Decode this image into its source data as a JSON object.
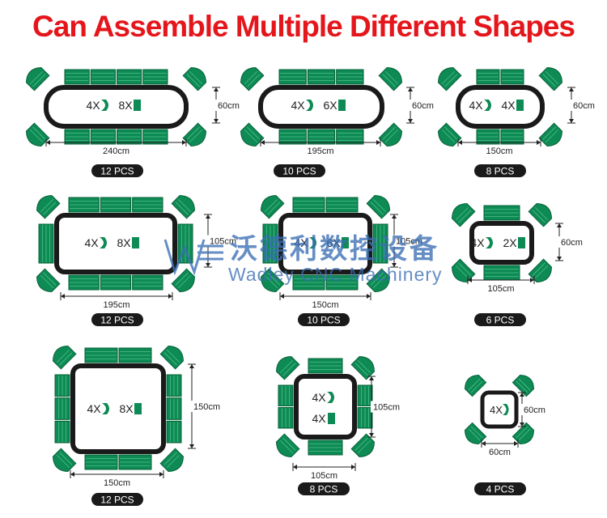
{
  "title": "Can Assemble Multiple Different Shapes",
  "colors": {
    "title": "#e4161b",
    "table_border": "#1a1a1a",
    "seat": "#0e8a55",
    "seat_dark": "#066238",
    "pill": "#1a1a1a",
    "watermark": "#3a6fb4"
  },
  "watermark": {
    "chinese": "沃德利数控设备",
    "english": "Wadley CNC Machinery"
  },
  "configurations": [
    {
      "pcs_label": "12 PCS",
      "width_label": "240cm",
      "height_label": "60cm",
      "inner": [
        "4X",
        "8X"
      ],
      "shape": "oval-long"
    },
    {
      "pcs_label": "10 PCS",
      "width_label": "195cm",
      "height_label": "60cm",
      "inner": [
        "4X",
        "6X"
      ],
      "shape": "oval-medium"
    },
    {
      "pcs_label": "8 PCS",
      "width_label": "150cm",
      "height_label": "60cm",
      "inner": [
        "4X",
        "4X"
      ],
      "shape": "oval-short"
    },
    {
      "pcs_label": "12 PCS",
      "width_label": "195cm",
      "height_label": "105cm",
      "inner": [
        "4X",
        "8X"
      ],
      "shape": "rect-wide"
    },
    {
      "pcs_label": "10 PCS",
      "width_label": "150cm",
      "height_label": "105cm",
      "inner": [
        "4X",
        "6X"
      ],
      "shape": "rect-medium"
    },
    {
      "pcs_label": "6 PCS",
      "width_label": "105cm",
      "height_label": "60cm",
      "inner": [
        "4X",
        "2X"
      ],
      "shape": "rect-small"
    },
    {
      "pcs_label": "12 PCS",
      "width_label": "150cm",
      "height_label": "150cm",
      "inner": [
        "4X",
        "8X"
      ],
      "shape": "square-large"
    },
    {
      "pcs_label": "8 PCS",
      "width_label": "105cm",
      "height_label": "105cm",
      "inner": [
        "4X",
        "4X"
      ],
      "shape": "square-medium"
    },
    {
      "pcs_label": "4 PCS",
      "width_label": "60cm",
      "height_label": "60cm",
      "inner": [
        "4X"
      ],
      "shape": "square-small"
    }
  ]
}
